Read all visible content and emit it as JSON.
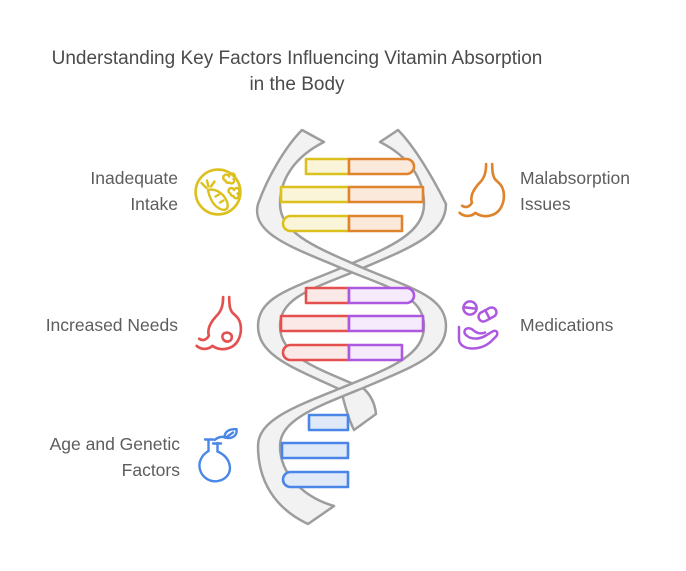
{
  "title": "Understanding Key Factors Influencing Vitamin Absorption in the Body",
  "factors": [
    {
      "name": "inadequate-intake",
      "lines": [
        "Inadequate",
        "Intake"
      ],
      "icon": "carrot-vegetables-icon",
      "color": "#dcc11e",
      "side": "left"
    },
    {
      "name": "malabsorption-issues",
      "lines": [
        "Malabsorption",
        "Issues"
      ],
      "icon": "stomach-icon",
      "color": "#e0832f",
      "side": "right"
    },
    {
      "name": "increased-needs",
      "lines": [
        "Increased Needs"
      ],
      "icon": "stomach-icon",
      "color": "#e4504f",
      "side": "left"
    },
    {
      "name": "medications",
      "lines": [
        "Medications"
      ],
      "icon": "hand-holding-pills-icon",
      "color": "#ac58e0",
      "side": "right"
    },
    {
      "name": "age-genetic-factors",
      "lines": [
        "Age and Genetic",
        "Factors"
      ],
      "icon": "flask-leaf-icon",
      "color": "#4a86e8",
      "side": "left"
    }
  ],
  "helix": {
    "strand_fill": "#f2f2f2",
    "strand_stroke": "#9d9d9d",
    "rung_groups": [
      {
        "left_color": "#dcc11e",
        "left_fill": "#faf5d8",
        "right_color": "#e0832f",
        "right_fill": "#fbeadb"
      },
      {
        "left_color": "#e4504f",
        "left_fill": "#fbe9e7",
        "right_color": "#ac58e0",
        "right_fill": "#f6eafd"
      },
      {
        "left_color": "#4a86e8",
        "left_fill": "#dfe9f8"
      }
    ]
  },
  "text_color": "#5d5d5d",
  "title_color": "#4b4b4b"
}
